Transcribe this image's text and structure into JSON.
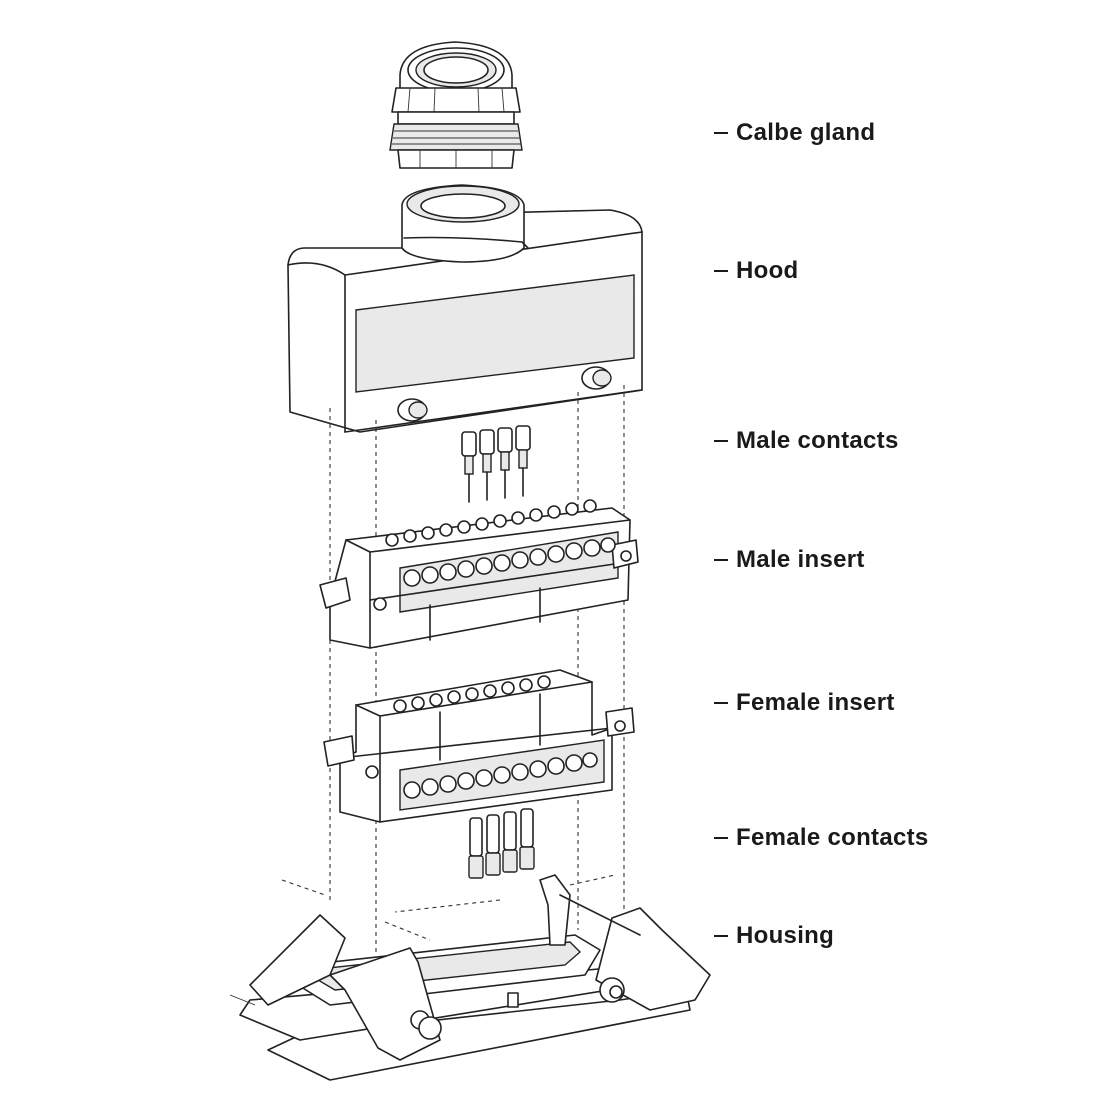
{
  "diagram": {
    "labels": [
      {
        "id": "cable-gland",
        "text": "Calbe gland"
      },
      {
        "id": "hood",
        "text": "Hood"
      },
      {
        "id": "male-contacts",
        "text": "Male contacts"
      },
      {
        "id": "male-insert",
        "text": "Male insert"
      },
      {
        "id": "female-insert",
        "text": "Female insert"
      },
      {
        "id": "female-contacts",
        "text": "Female contacts"
      },
      {
        "id": "housing",
        "text": "Housing"
      }
    ]
  }
}
